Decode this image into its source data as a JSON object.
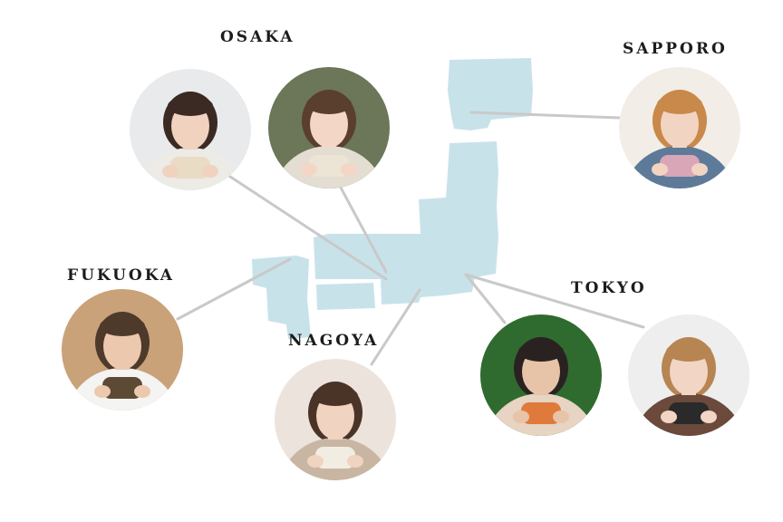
{
  "cities": [
    {
      "id": "osaka",
      "label": "OSAKA"
    },
    {
      "id": "sapporo",
      "label": "SAPPORO"
    },
    {
      "id": "fukuoka",
      "label": "FUKUOKA"
    },
    {
      "id": "nagoya",
      "label": "NAGOYA"
    },
    {
      "id": "tokyo",
      "label": "TOKYO"
    }
  ],
  "colors": {
    "map": "#c8e2ea",
    "connector": "#c9c9c9",
    "label": "#1c1c1c"
  },
  "photos": [
    {
      "city": "osaka",
      "palette": {
        "bg": "#e9eaec",
        "hair": "#3b2a24",
        "skin": "#f0d2bf",
        "top": "#ecebe6",
        "item": "#e9dcc4"
      }
    },
    {
      "city": "osaka",
      "palette": {
        "bg": "#6c7658",
        "hair": "#5a3e2e",
        "skin": "#f3d6c6",
        "top": "#e3ddd2",
        "item": "#ece5d6"
      }
    },
    {
      "city": "sapporo",
      "palette": {
        "bg": "#f2ede6",
        "hair": "#c9894a",
        "skin": "#f2d4c2",
        "top": "#5d7a99",
        "item": "#d9a6b8"
      }
    },
    {
      "city": "fukuoka",
      "palette": {
        "bg": "#c9a27a",
        "hair": "#4d3a2a",
        "skin": "#ecc9ae",
        "top": "#f4f4f2",
        "item": "#5d4a35"
      }
    },
    {
      "city": "nagoya",
      "palette": {
        "bg": "#ece4dc",
        "hair": "#4a3428",
        "skin": "#f0d3c0",
        "top": "#c8b6a3",
        "item": "#f2ede2"
      }
    },
    {
      "city": "tokyo",
      "palette": {
        "bg": "#2f6b2f",
        "hair": "#2a2220",
        "skin": "#e7c3a8",
        "top": "#e7d4c2",
        "item": "#e07a3a"
      }
    },
    {
      "city": "tokyo",
      "palette": {
        "bg": "#eeeeee",
        "hair": "#b68552",
        "skin": "#f2d5c4",
        "top": "#6b4a3c",
        "item": "#2a2a2a"
      }
    }
  ]
}
